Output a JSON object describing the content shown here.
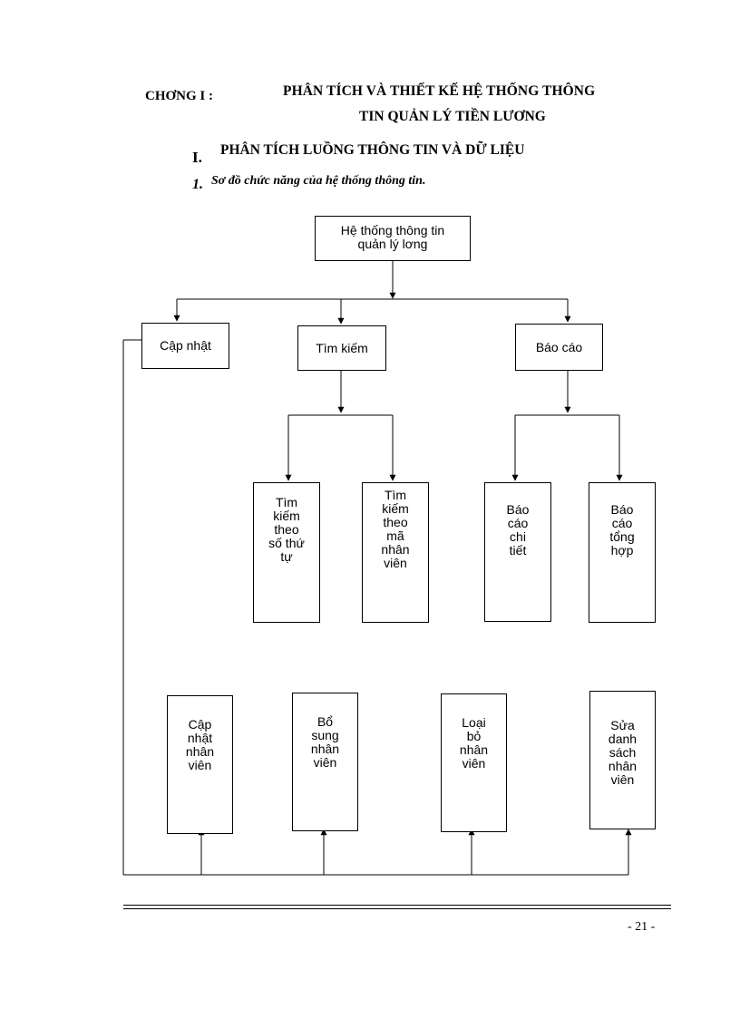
{
  "heading": {
    "chapter_label": "CHƠNG I :",
    "chapter_title_line1": "PHÂN TÍCH VÀ THIẾT KẾ HỆ THỐNG THÔNG",
    "chapter_title_line2": "TIN QUẢN LÝ TIỀN LƯƠNG",
    "section_number": "I.",
    "section_title": "PHÂN TÍCH LUỒNG THÔNG TIN VÀ DỮ LIỆU",
    "subsection_number": "1.",
    "subsection_title": "Sơ đồ chức năng của hệ thống thông tin."
  },
  "diagram": {
    "root": "Hệ thống thông tin\nquản lý lơng",
    "level1": [
      "Cập nhật",
      "Tìm kiếm",
      "Báo cáo"
    ],
    "search_children": [
      "Tìm\nkiếm\ntheo\nsố thứ\ntự",
      "Tìm\nkiếm\ntheo\nmã\nnhân\nviên"
    ],
    "report_children": [
      "Báo\ncáo\nchi\ntiết",
      "Báo\ncáo\ntổng\nhợp"
    ],
    "update_children": [
      "Cập\nnhật\nnhân\nviên",
      "Bổ\nsung\nnhân\nviên",
      "Loại\nbỏ\nnhân\nviên",
      "Sửa\ndanh\nsách\nnhân\nviên"
    ]
  },
  "footer": {
    "page_number": "- 21 -"
  }
}
